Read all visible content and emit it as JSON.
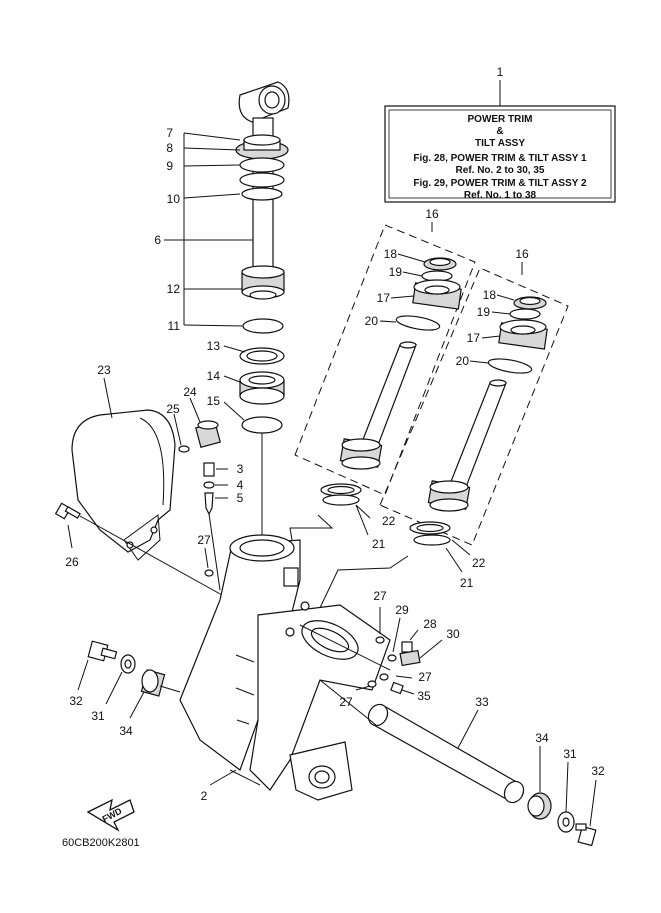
{
  "info_box": {
    "number": "1",
    "line1": "POWER TRIM",
    "line2": "&",
    "line3": "TILT ASSY",
    "line4": "Fig. 28, POWER TRIM & TILT ASSY 1",
    "line5": "Ref. No. 2 to 30, 35",
    "line6": "Fig. 29, POWER TRIM & TILT ASSY 2",
    "line7": "Ref. No. 1 to 38"
  },
  "labels": {
    "n2": "2",
    "n3": "3",
    "n4": "4",
    "n5": "5",
    "n6": "6",
    "n7": "7",
    "n8": "8",
    "n9": "9",
    "n10": "10",
    "n11": "11",
    "n12": "12",
    "n13": "13",
    "n14": "14",
    "n15": "15",
    "n16a": "16",
    "n16b": "16",
    "n17a": "17",
    "n17b": "17",
    "n18a": "18",
    "n18b": "18",
    "n19a": "19",
    "n19b": "19",
    "n20a": "20",
    "n20b": "20",
    "n21a": "21",
    "n21b": "21",
    "n22a": "22",
    "n22b": "22",
    "n23": "23",
    "n24": "24",
    "n25": "25",
    "n26": "26",
    "n27a": "27",
    "n27b": "27",
    "n27c": "27",
    "n27d": "27",
    "n28": "28",
    "n29": "29",
    "n30": "30",
    "n31a": "31",
    "n31b": "31",
    "n32a": "32",
    "n32b": "32",
    "n33": "33",
    "n34a": "34",
    "n34b": "34",
    "n35": "35"
  },
  "fwd_label": "FWD",
  "drawing_code": "60CB200K2801"
}
